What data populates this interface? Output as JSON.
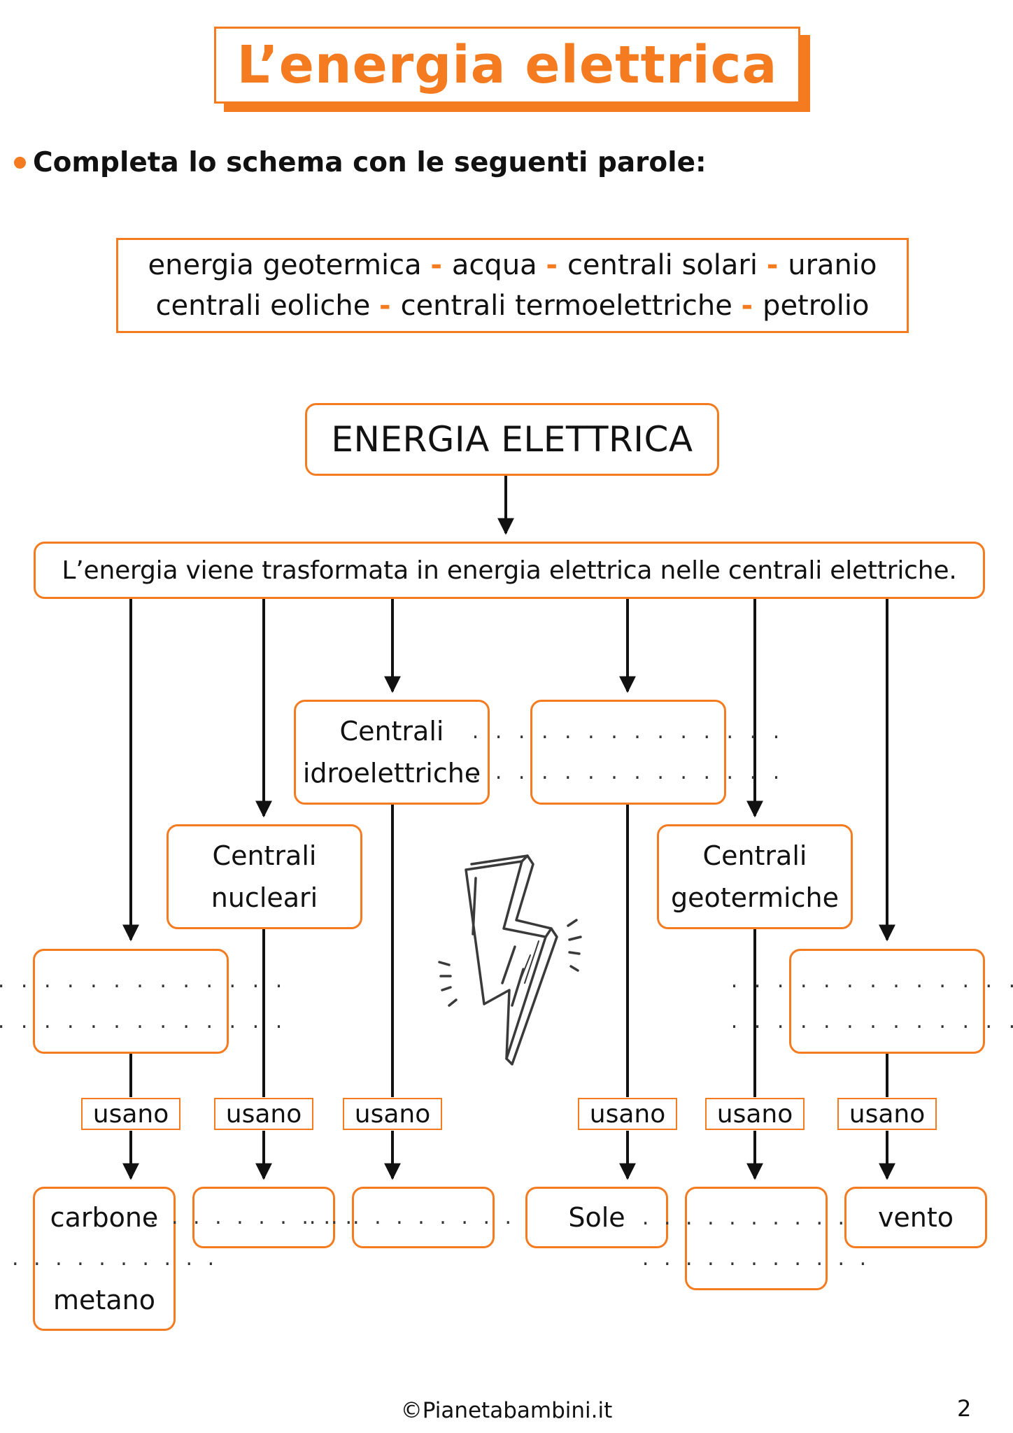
{
  "title": "L’energia elettrica",
  "instruction": "Completa lo schema con le seguenti parole:",
  "word_bank": {
    "line1": [
      "energia geotermica",
      "acqua",
      "centrali solari",
      "uranio"
    ],
    "line2": [
      "centrali eoliche",
      "centrali termoelettriche",
      "petrolio"
    ],
    "separator": "-"
  },
  "diagram": {
    "root": "ENERGIA ELETTRICA",
    "description": "L’energia viene trasformata in energia elettrica nelle centrali elettriche.",
    "plants": {
      "termo_blank": [
        ". . . . . . . . . . . . . .",
        ". . . . . . . . . . . . . ."
      ],
      "nucleari": [
        "Centrali",
        "nucleari"
      ],
      "idro": [
        "Centrali",
        "idroelettriche"
      ],
      "solari_blank": [
        ". . . . . . . . . . . . . .",
        ". . . . . . . . . . . . . ."
      ],
      "geo": [
        "Centrali",
        "geotermiche"
      ],
      "eoliche_blank": [
        ". . . . . . . . . . . . . .",
        ". . . . . . . . . . . . . ."
      ]
    },
    "connector": "usano",
    "resources": {
      "r1": [
        "carbone",
        ". . . . . . . . . . .",
        "metano"
      ],
      "r2": ". . . . . . . . . . .",
      "r3": ". . . . . . . . . . .",
      "r4": "Sole",
      "r5": [
        ". . . . . . . . . . .",
        ". . . . . . . . . . ."
      ],
      "r6": "vento"
    }
  },
  "footer": {
    "copyright_symbol": "©",
    "site": "Pianetabambini.it",
    "page_number": "2"
  },
  "colors": {
    "accent": "#f47b20",
    "text": "#111111",
    "line": "#111111"
  },
  "icons": [
    "lightning-bolt-icon",
    "copyright-icon"
  ]
}
